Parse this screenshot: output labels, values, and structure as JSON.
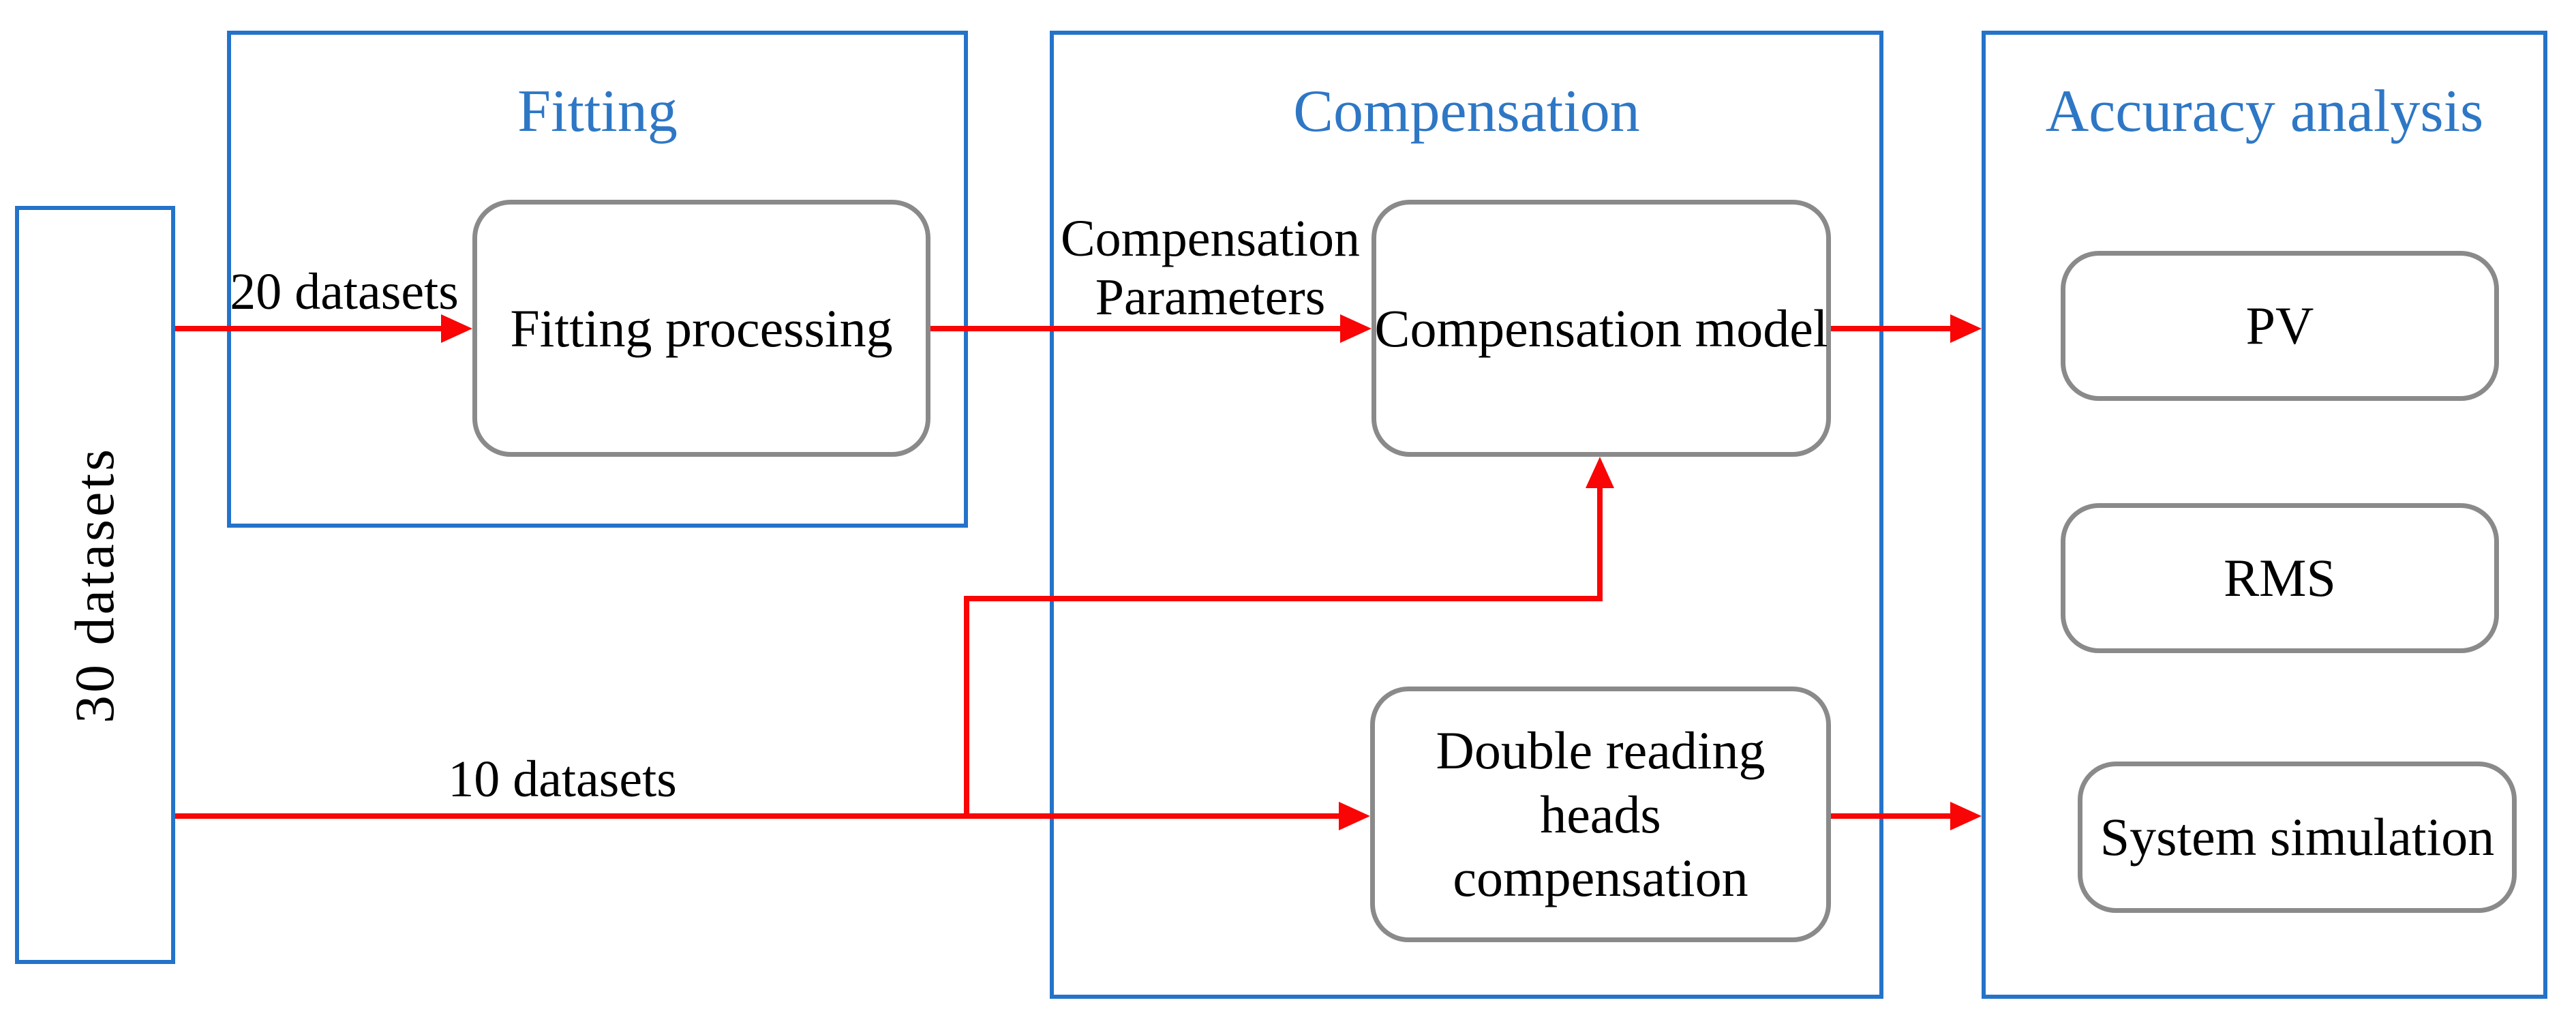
{
  "diagram": {
    "source": {
      "label": "30 datasets"
    },
    "groups": [
      {
        "id": "fitting",
        "title": "Fitting",
        "nodes": [
          {
            "id": "fitting-processing",
            "label": "Fitting processing"
          }
        ]
      },
      {
        "id": "compensation",
        "title": "Compensation",
        "nodes": [
          {
            "id": "compensation-model",
            "label": "Compensation model"
          },
          {
            "id": "double-reading-heads-compensation",
            "label": "Double reading heads compensation",
            "lines": [
              "Double reading",
              "heads",
              "compensation"
            ]
          }
        ]
      },
      {
        "id": "accuracy-analysis",
        "title": "Accuracy analysis",
        "nodes": [
          {
            "id": "pv",
            "label": "PV"
          },
          {
            "id": "rms",
            "label": "RMS"
          },
          {
            "id": "system-simulation",
            "label": "System simulation"
          }
        ]
      }
    ],
    "edges": [
      {
        "from": "30 datasets",
        "to": "Fitting processing",
        "label": "20 datasets"
      },
      {
        "from": "Fitting processing",
        "to": "Compensation model",
        "label": "Compensation Parameters",
        "label_lines": [
          "Compensation",
          "Parameters"
        ]
      },
      {
        "from": "Compensation model",
        "to": "Accuracy analysis",
        "label": ""
      },
      {
        "from": "30 datasets",
        "to": "Double reading heads compensation",
        "label": "10 datasets"
      },
      {
        "from": "10 datasets line (branch)",
        "to": "Compensation model",
        "label": ""
      },
      {
        "from": "Double reading heads compensation",
        "to": "Accuracy analysis",
        "label": ""
      }
    ],
    "colors": {
      "container_blue": "#2473C9",
      "title_blue": "#2E77C5",
      "arrow_red": "#F90505",
      "node_border_gray": "#8A8A8A",
      "text": "#000000",
      "background": "#FFFFFF"
    }
  }
}
